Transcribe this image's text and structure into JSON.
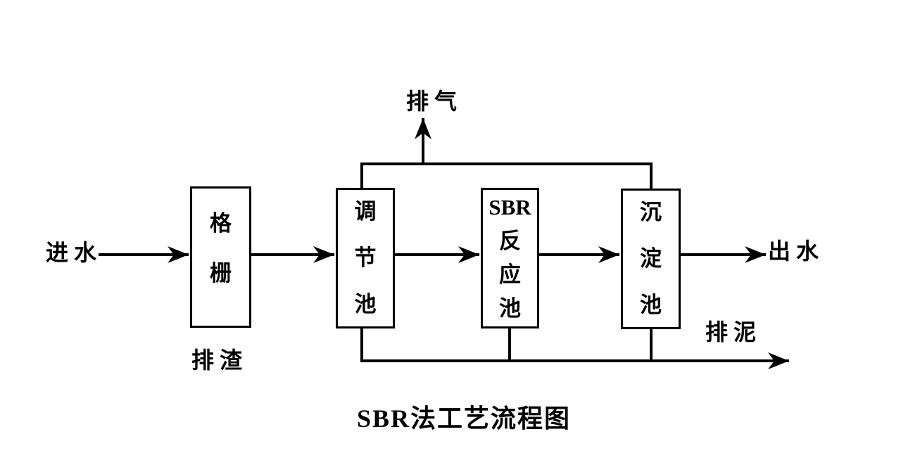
{
  "title": "SBR法工艺流程图",
  "labels": {
    "influent": "进水",
    "effluent": "出水",
    "exhaust": "排气",
    "slag": "排渣",
    "sludge": "排泥"
  },
  "boxes": {
    "grid": "格\n栅",
    "regulating_tank": "调\n节\n池",
    "sbr_reactor": "SBR\n反\n应\n池",
    "sedimentation_tank": "沉\n淀\n池"
  },
  "colors": {
    "line": "#000000",
    "background": "#ffffff"
  }
}
